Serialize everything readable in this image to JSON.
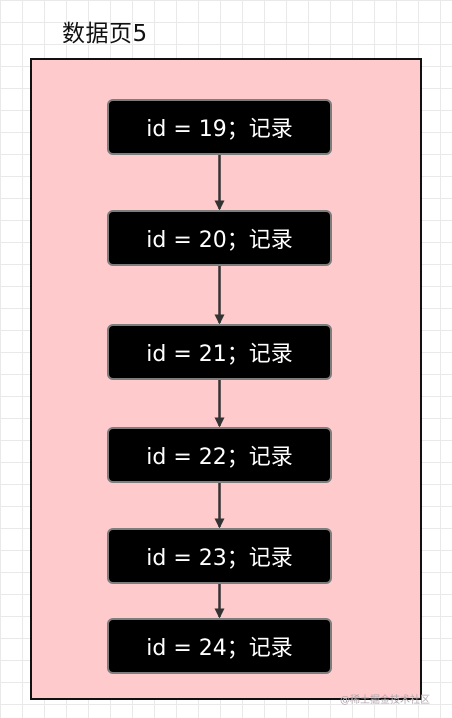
{
  "page": {
    "title": "数据页5"
  },
  "records": [
    {
      "id": 19,
      "label": "id = 19；记录"
    },
    {
      "id": 20,
      "label": "id = 20；记录"
    },
    {
      "id": 21,
      "label": "id = 21；记录"
    },
    {
      "id": 22,
      "label": "id = 22；记录"
    },
    {
      "id": 23,
      "label": "id = 23；记录"
    },
    {
      "id": 24,
      "label": "id = 24；记录"
    }
  ],
  "watermark": "@稀土掘金技术社区",
  "colors": {
    "page_fill": "#fecacb",
    "record_fill": "#000000",
    "record_text": "#ffffff",
    "connector": "#333333"
  }
}
